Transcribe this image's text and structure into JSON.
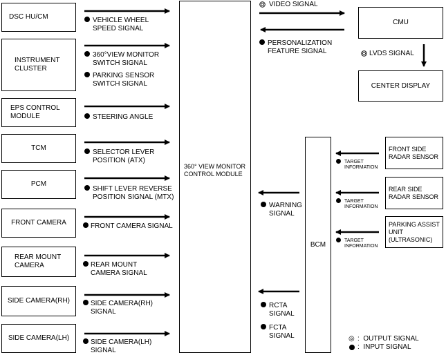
{
  "inputs_left": [
    {
      "box": "DSC HU/CM",
      "signal": "VEHICLE WHEEL\nSPEED SIGNAL"
    },
    {
      "box": "INSTRUMENT\nCLUSTER",
      "signal": "360°VIEW MONITOR\nSWITCH SIGNAL",
      "signal2": "PARKING SENSOR\nSWITCH SIGNAL"
    },
    {
      "box": "EPS CONTROL\nMODULE",
      "signal": "STEERING ANGLE"
    },
    {
      "box": "TCM",
      "signal": "SELECTOR LEVER\nPOSITION (ATX)"
    },
    {
      "box": "PCM",
      "signal": "SHIFT LEVER REVERSE\nPOSITION SIGNAL (MTX)"
    },
    {
      "box": "FRONT CAMERA",
      "signal": "FRONT CAMERA SIGNAL"
    },
    {
      "box": "REAR MOUNT\nCAMERA",
      "signal": "REAR MOUNT\nCAMERA SIGNAL"
    },
    {
      "box": "SIDE CAMERA(RH)",
      "signal": "SIDE CAMERA(RH)\nSIGNAL"
    },
    {
      "box": "SIDE CAMERA(LH)",
      "signal": "SIDE CAMERA(LH)\nSIGNAL"
    }
  ],
  "module": "360° VIEW MONITOR\nCONTROL MODULE",
  "video_signal": "VIDEO SIGNAL",
  "personalization_signal": "PERSONALIZATION\nFEATURE SIGNAL",
  "cmu": "CMU",
  "lvds_signal": "LVDS SIGNAL",
  "center_display": "CENTER DISPLAY",
  "bcm": "BCM",
  "sensors": [
    {
      "box": "FRONT SIDE\nRADAR SENSOR",
      "signal": "TARGET\nINFORMATION"
    },
    {
      "box": "REAR SIDE\nRADAR SENSOR",
      "signal": "TARGET\nINFORMATION"
    },
    {
      "box": "PARKING ASSIST\nUNIT\n(ULTRASONIC)",
      "signal": "TARGET\nINFORMATION"
    }
  ],
  "warning_signal": "WARNING\nSIGNAL",
  "rcta_signal": "RCTA\nSIGNAL",
  "fcta_signal": "FCTA\nSIGNAL",
  "legend": {
    "output_symbol": "◎",
    "output_label": ":  OUTPUT SIGNAL",
    "input_label": ":  INPUT SIGNAL"
  }
}
